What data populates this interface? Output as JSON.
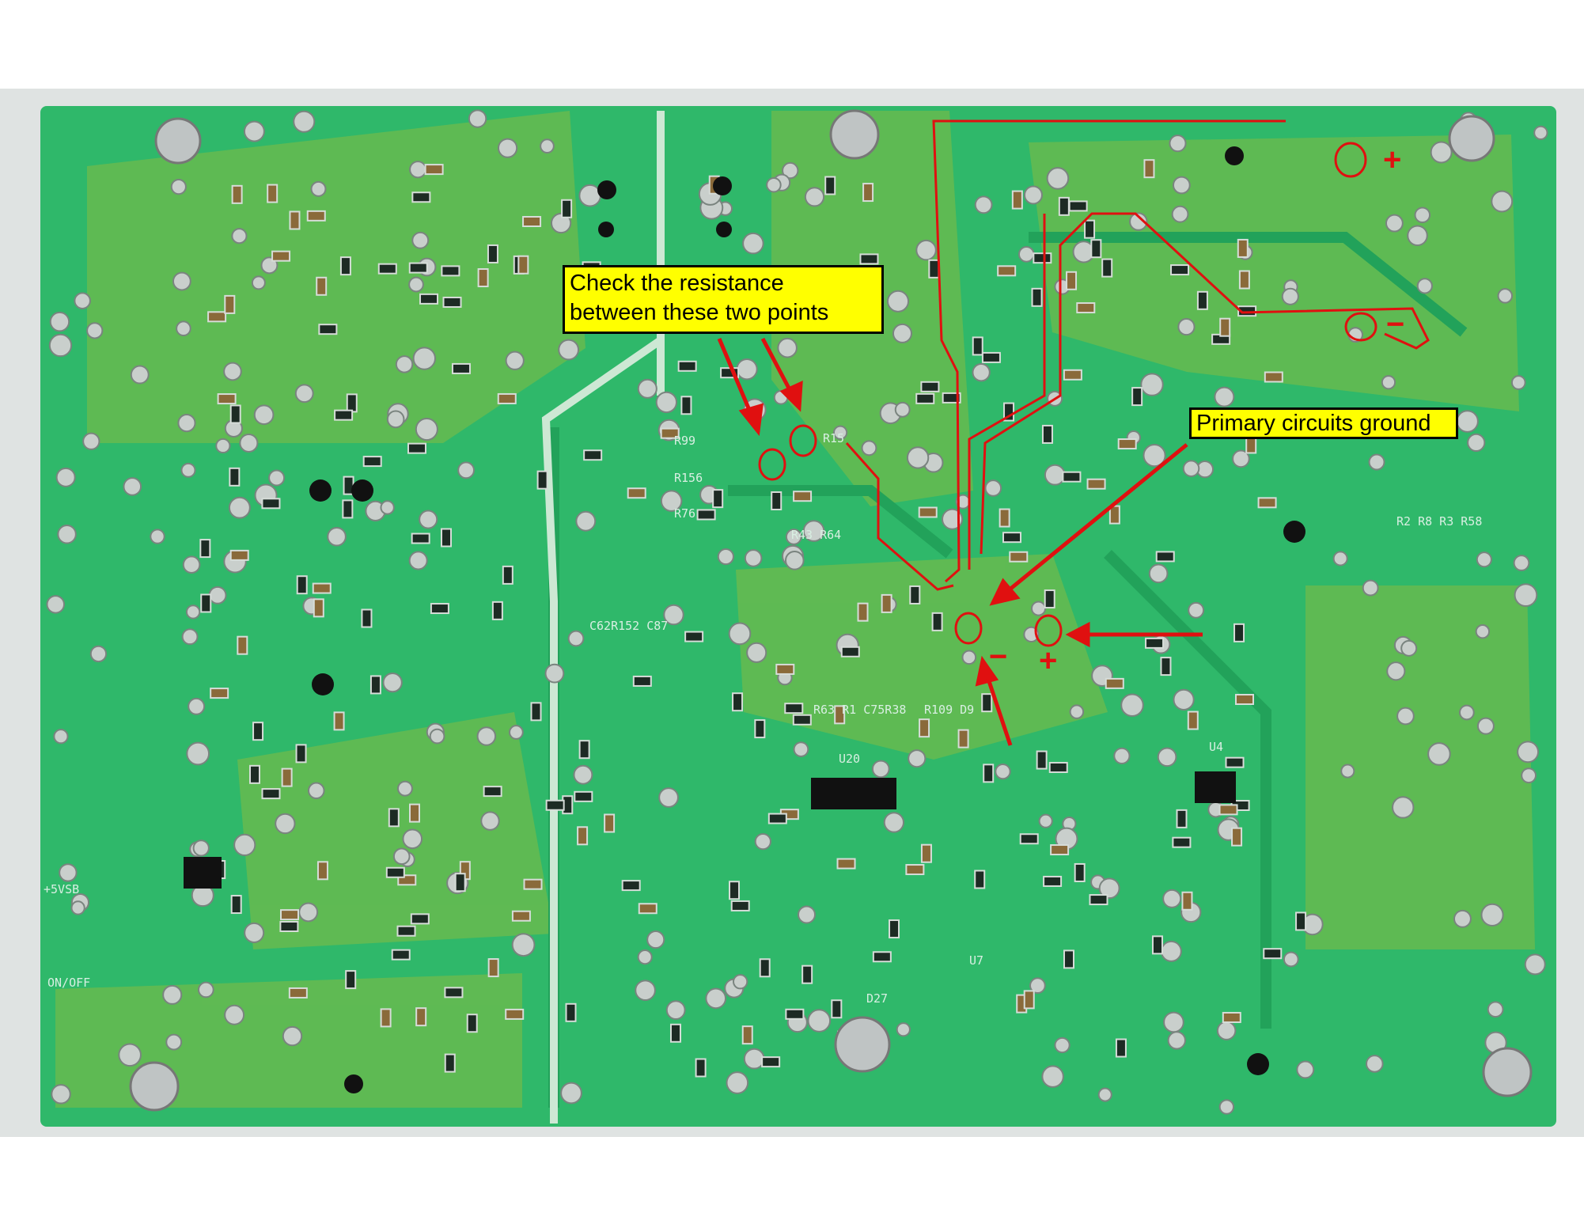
{
  "annotations": {
    "resistance_label": [
      "Check the resistance",
      "between these two points"
    ],
    "ground_label": "Primary circuits ground",
    "signs": {
      "top_plus": "+",
      "top_minus": "−",
      "bottom_minus": "−",
      "bottom_plus": "+"
    }
  },
  "silkscreen": [
    "R15",
    "R43 R64",
    "R99",
    "R156",
    "R76",
    "U20",
    "U4",
    "U7",
    "D27",
    "R2 R8 R3 R58",
    "C62R152 C87",
    "R63 R1 C75R38",
    "R109 D9",
    "ON/OFF",
    "+5VSB"
  ],
  "colors": {
    "board": "#2fb86a",
    "copper": "#7fbf4f",
    "annotation": "#e01010",
    "callout": "#ffff00"
  }
}
